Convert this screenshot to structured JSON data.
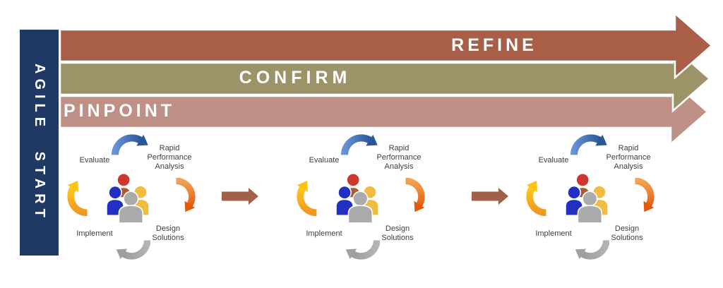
{
  "sidebar": {
    "label": "AGILE START"
  },
  "phases": [
    {
      "label": "REFINE",
      "color": "#A85E47"
    },
    {
      "label": "CONFIRM",
      "color": "#9C9468"
    },
    {
      "label": "PINPOINT",
      "color": "#BF9086"
    }
  ],
  "cycle": {
    "labels": {
      "evaluate": "Evaluate",
      "rapid_performance_analysis": "Rapid\nPerformance\nAnalysis",
      "design_solutions": "Design\nSolutions",
      "implement": "Implement"
    }
  },
  "colors": {
    "sidebar_bg": "#1F3864",
    "refine": "#A85E47",
    "confirm": "#9C9468",
    "pinpoint": "#BF9086",
    "connector": "#A2604A",
    "cycle_blue": "#2A569B",
    "cycle_orange": "#E4610E",
    "cycle_yellow": "#FFC30F",
    "cycle_gray": "#A0A0A0",
    "people_red": "#CF3630",
    "people_blue": "#2130C0",
    "people_yellow": "#F0BC42",
    "people_gray": "#ABABAB",
    "label_text": "#3E3E3E"
  },
  "icons": {
    "cycle-arrow-top": "blue curved arrow pointing right",
    "cycle-arrow-right": "orange curved arrow pointing down",
    "cycle-arrow-bottom": "gray curved arrow pointing left",
    "cycle-arrow-left": "yellow curved arrow pointing up",
    "people-group": "team of four person silhouettes",
    "flow-connector": "brown right arrow",
    "phase-arrow": "horizontal banner arrow pointing right"
  }
}
